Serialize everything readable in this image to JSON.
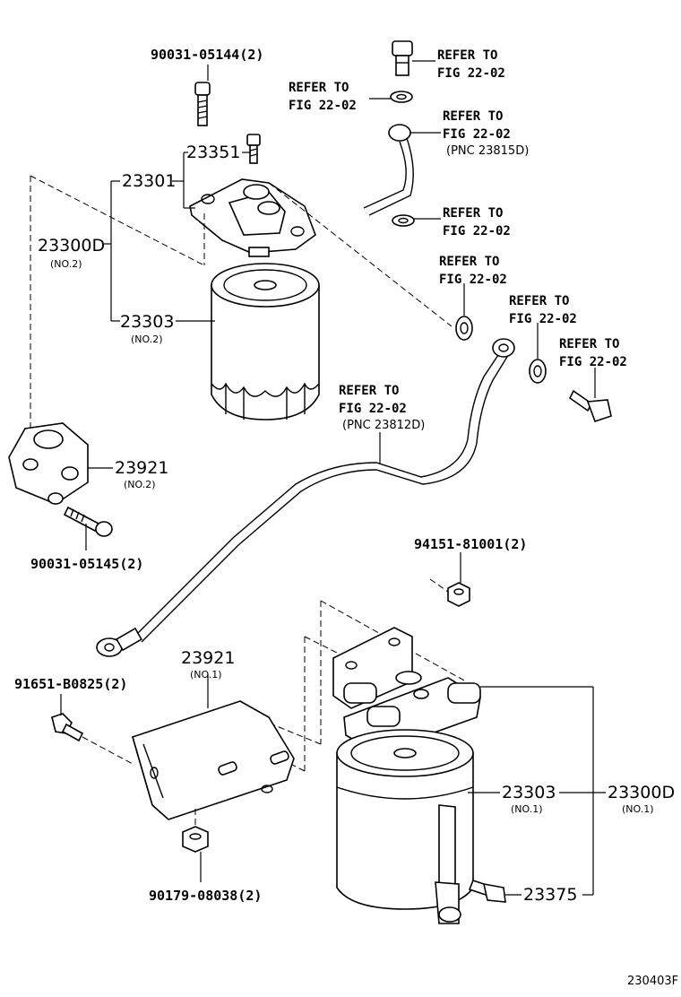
{
  "labels": {
    "bolt_top": "90031-05144(2)",
    "screw": "23351",
    "cover": "23301",
    "assy_no2": "23300D",
    "assy_no2_sub": "(NO.2)",
    "element_no2": "23303",
    "element_no2_sub": "(NO.2)",
    "bracket_no2": "23921",
    "bracket_no2_sub": "(NO.2)",
    "bolt_bracket": "90031-05145(2)",
    "nut_top": "94151-81001(2)",
    "bracket_no1": "23921",
    "bracket_no1_sub": "(NO.1)",
    "bolt_left": "91651-B0825(2)",
    "nut_bottom": "90179-08038(2)",
    "element_no1": "23303",
    "element_no1_sub": "(NO.1)",
    "assy_no1": "23300D",
    "assy_no1_sub": "(NO.1)",
    "sensor": "23375",
    "figure_code": "230403F"
  },
  "refs": {
    "r1_a": "REFER TO",
    "r1_b": "FIG 22-02",
    "r2_a": "REFER TO",
    "r2_b": "FIG 22-02",
    "r3_a": "REFER TO",
    "r3_b": "FIG 22-02",
    "r3_c": "(PNC 23815D)",
    "r4_a": "REFER TO",
    "r4_b": "FIG 22-02",
    "r5_a": "REFER TO",
    "r5_b": "FIG 22-02",
    "r6_a": "REFER TO",
    "r6_b": "FIG 22-02",
    "r7_a": "REFER TO",
    "r7_b": "FIG 22-02",
    "r8_a": "REFER TO",
    "r8_b": "FIG 22-02",
    "r8_c": "(PNC 23812D)"
  }
}
